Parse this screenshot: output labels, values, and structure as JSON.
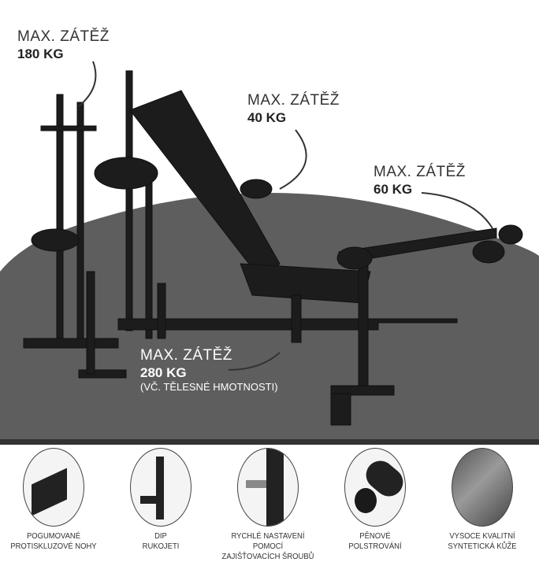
{
  "callouts": [
    {
      "label": "MAX. ZÁTĚŽ",
      "value": "180 KG"
    },
    {
      "label": "MAX. ZÁTĚŽ",
      "value": "40 KG"
    },
    {
      "label": "MAX. ZÁTĚŽ",
      "value": "60 KG"
    },
    {
      "label": "MAX. ZÁTĚŽ",
      "value": "280 KG",
      "note": "(VČ. TĚLESNÉ HMOTNOSTI)"
    }
  ],
  "features": [
    {
      "line1": "POGUMOVANÉ",
      "line2": "PROTISKLUZOVÉ NOHY"
    },
    {
      "line1": "DIP",
      "line2": "RUKOJETI"
    },
    {
      "line1": "RYCHLÉ NASTAVENÍ POMOCÍ",
      "line2": "ZAJIŠŤOVACÍCH ŠROUBŮ"
    },
    {
      "line1": "PĚNOVÉ",
      "line2": "POLSTROVÁNÍ"
    },
    {
      "line1": "VYSOCE KVALITNÍ",
      "line2": "SYNTETICKÁ KŮŽE"
    }
  ]
}
